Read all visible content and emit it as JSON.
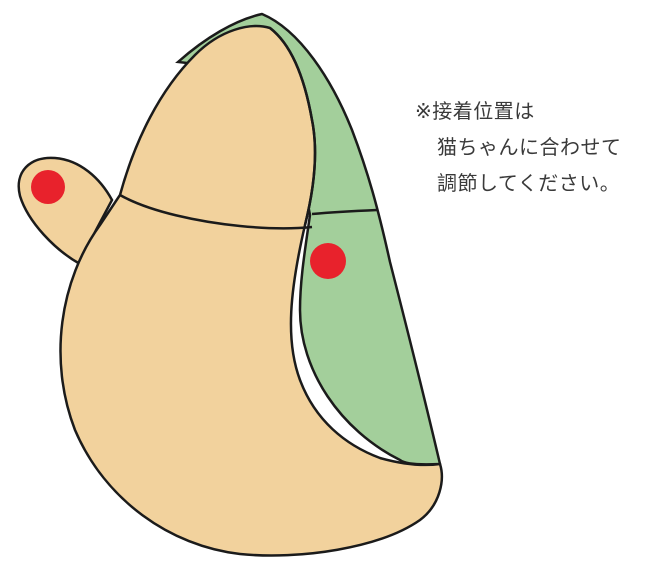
{
  "colors": {
    "body_fill": "#f2d29d",
    "tail_fill": "#a3cf9b",
    "outline": "#1b1b1b",
    "marker": "#e8222c",
    "text": "#3a3a3a"
  },
  "note": {
    "line1": "※接着位置は",
    "line2": "猫ちゃんに合わせて",
    "line3": "調節してください。"
  },
  "markers": [
    {
      "name": "ear-attachment-marker"
    },
    {
      "name": "tail-attachment-marker"
    }
  ]
}
